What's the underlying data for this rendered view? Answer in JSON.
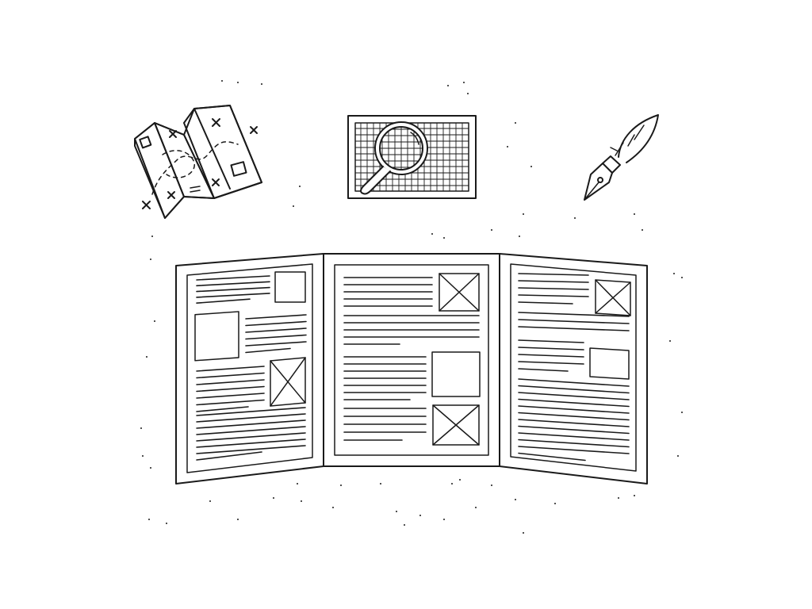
{
  "colors": {
    "ink": "#1a1a1a",
    "paper": "#ffffff"
  },
  "icons": {
    "top_left": "folded-map-icon",
    "top_center": "grid-magnifier-icon",
    "top_right": "quill-pen-icon"
  },
  "main": {
    "object": "tri-fold-brochure",
    "panels": [
      "left-panel",
      "center-panel",
      "right-panel"
    ]
  }
}
